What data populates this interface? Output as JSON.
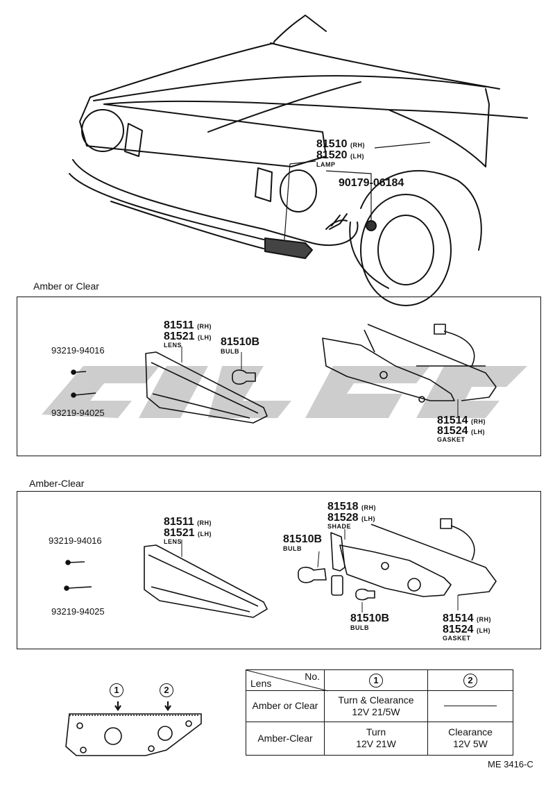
{
  "car": {
    "lamp_rh": "81510",
    "lamp_rh_side": "(RH)",
    "lamp_lh": "81520",
    "lamp_lh_side": "(LH)",
    "lamp_name": "LAMP",
    "nut": "90179-06184"
  },
  "section1": {
    "title": "Amber or Clear",
    "screw_short": "93219-94016",
    "screw_long": "93219-94025",
    "lens_rh": "81511",
    "lens_rh_side": "(RH)",
    "lens_lh": "81521",
    "lens_lh_side": "(LH)",
    "lens_name": "LENS",
    "bulb": "81510B",
    "bulb_name": "BULB",
    "gasket_rh": "81514",
    "gasket_rh_side": "(RH)",
    "gasket_lh": "81524",
    "gasket_lh_side": "(LH)",
    "gasket_name": "GASKET"
  },
  "section2": {
    "title": "Amber-Clear",
    "screw_short": "93219-94016",
    "screw_long": "93219-94025",
    "lens_rh": "81511",
    "lens_rh_side": "(RH)",
    "lens_lh": "81521",
    "lens_lh_side": "(LH)",
    "lens_name": "LENS",
    "shade_rh": "81518",
    "shade_rh_side": "(RH)",
    "shade_lh": "81528",
    "shade_lh_side": "(LH)",
    "shade_name": "SHADE",
    "bulb1": "81510B",
    "bulb1_name": "BULB",
    "bulb2": "81510B",
    "bulb2_name": "BULB",
    "gasket_rh": "81514",
    "gasket_rh_side": "(RH)",
    "gasket_lh": "81524",
    "gasket_lh_side": "(LH)",
    "gasket_name": "GASKET"
  },
  "position_diagram": {
    "marker1": "1",
    "marker2": "2"
  },
  "spec_table": {
    "header_no": "No.",
    "header_lens": "Lens",
    "col1": "1",
    "col2": "2",
    "rows": [
      {
        "lens": "Amber or Clear",
        "c1_line1": "Turn & Clearance",
        "c1_line2": "12V 21/5W",
        "c2_line1": "",
        "c2_line2": ""
      },
      {
        "lens": "Amber-Clear",
        "c1_line1": "Turn",
        "c1_line2": "12V 21W",
        "c2_line1": "Clearance",
        "c2_line2": "12V 5W"
      }
    ]
  },
  "doc_code": "ME 3416-C"
}
